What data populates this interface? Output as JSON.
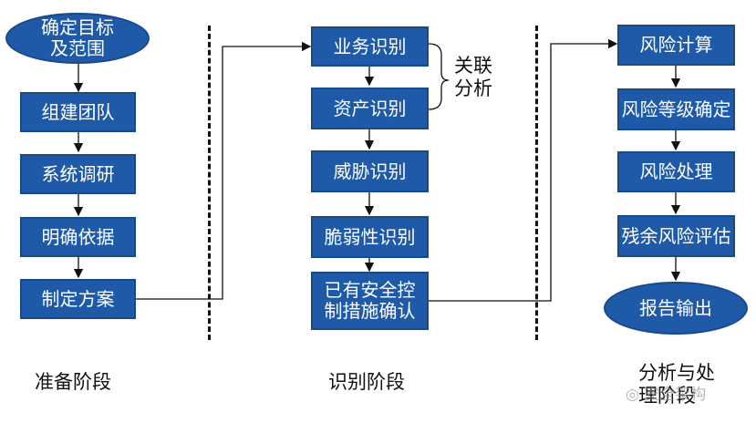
{
  "stage1": {
    "start": "确定目标\n及范围",
    "steps": [
      "组建团队",
      "系统调研",
      "明确依据",
      "制定方案"
    ],
    "label": "准备阶段"
  },
  "stage2": {
    "steps": [
      "业务识别",
      "资产识别",
      "威胁识别",
      "脆弱性识别",
      "已有安全控\n制措施确认"
    ],
    "relation": "关联\n分析",
    "label": "识别阶段"
  },
  "stage3": {
    "steps": [
      "风险计算",
      "风险等级确定",
      "风险处理",
      "残余风险评估"
    ],
    "end": "报告输出",
    "label": "分析与处\n理阶段"
  },
  "watermark": "安全架构",
  "colors": {
    "box_fill": "#1f5aa8",
    "box_border": "#174a8c",
    "text": "#ffffff",
    "line": "#111111"
  }
}
